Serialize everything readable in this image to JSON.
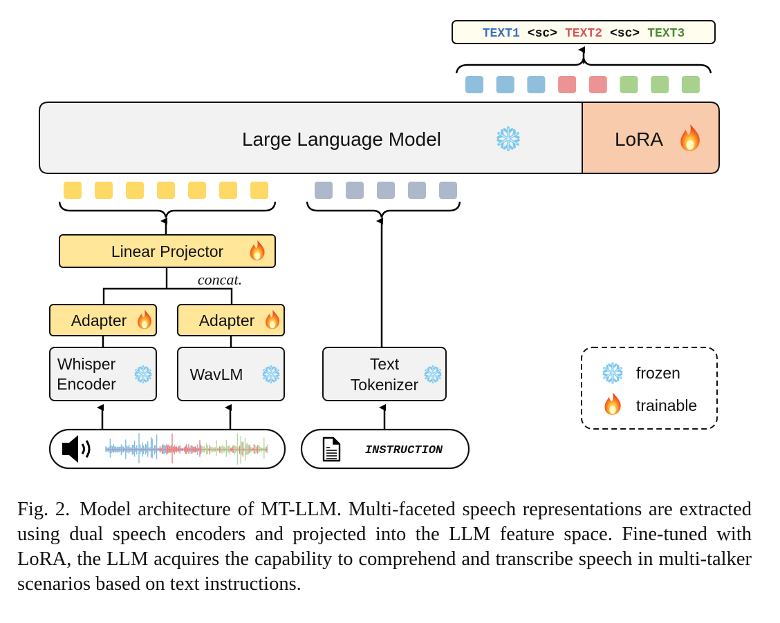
{
  "figure": {
    "output": {
      "segments": [
        {
          "text": "TEXT1",
          "color": "#3b6fc4"
        },
        {
          "text": "<sc>",
          "color": "#111111"
        },
        {
          "text": "TEXT2",
          "color": "#d9545b"
        },
        {
          "text": "<sc>",
          "color": "#111111"
        },
        {
          "text": "TEXT3",
          "color": "#4b8a33"
        }
      ],
      "token_colors": [
        "#8fbfdc",
        "#8fbfdc",
        "#8fbfdc",
        "#ec9493",
        "#ec9493",
        "#a9d18e",
        "#a9d18e",
        "#a9d18e"
      ]
    },
    "llm": {
      "label": "Large Language Model",
      "status_icon": "snowflake-icon"
    },
    "lora": {
      "label": "LoRA",
      "status_icon": "fire-icon"
    },
    "speech_tokens": {
      "count": 7,
      "color": "#ffd966"
    },
    "text_tokens": {
      "count": 5,
      "color": "#adb9ca"
    },
    "linear_projector": {
      "label": "Linear Projector",
      "status_icon": "fire-icon"
    },
    "concat_label": "concat.",
    "adapters": [
      {
        "label": "Adapter",
        "status_icon": "fire-icon"
      },
      {
        "label": "Adapter",
        "status_icon": "fire-icon"
      }
    ],
    "encoders": [
      {
        "label_line1": "Whisper",
        "label_line2": "Encoder",
        "status_icon": "snowflake-icon"
      },
      {
        "label": "WavLM",
        "status_icon": "snowflake-icon"
      }
    ],
    "tokenizer": {
      "label_line1": "Text",
      "label_line2": "Tokenizer",
      "status_icon": "snowflake-icon"
    },
    "audio_input": {
      "icon": "speaker-icon",
      "waveform_colors": [
        "#6fb0dc",
        "#e06b6e",
        "#a9cf90"
      ]
    },
    "instruction_input": {
      "icon": "document-icon",
      "label": "INSTRUCTION"
    },
    "legend": {
      "items": [
        {
          "icon": "snowflake-icon",
          "label": "frozen"
        },
        {
          "icon": "fire-icon",
          "label": "trainable"
        }
      ]
    },
    "colors": {
      "llm_fill": "#f2f2f2",
      "lora_fill": "#f8cbad",
      "trainable_fill": "#ffe699",
      "frozen_fill": "#f2f2f2",
      "output_fill": "#fffdf0"
    }
  },
  "caption": {
    "label": "Fig. 2.",
    "text": "Model architecture of MT-LLM. Multi-faceted speech representations are extracted using dual speech encoders and projected into the LLM feature space. Fine-tuned with LoRA, the LLM acquires the capability to comprehend and transcribe speech in multi-talker scenarios based on text instructions."
  }
}
